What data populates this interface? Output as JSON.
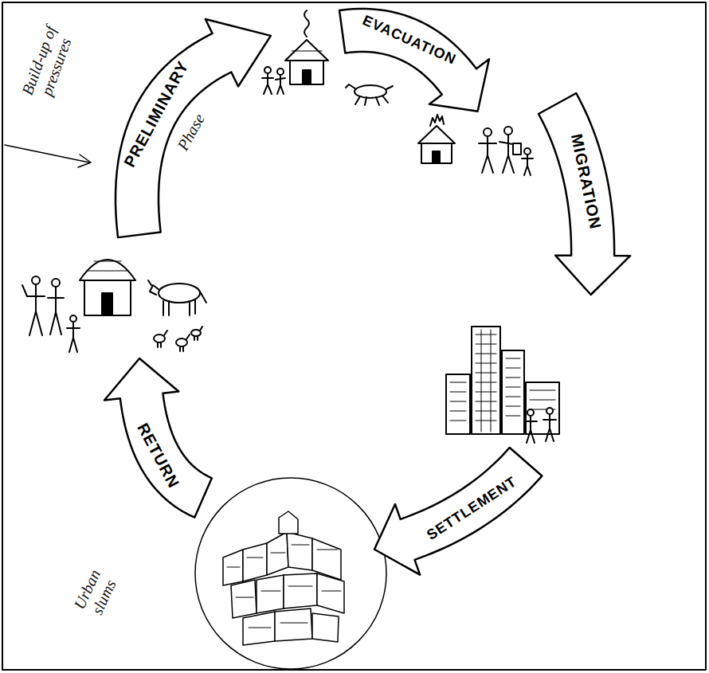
{
  "diagram": {
    "nodes": [
      {
        "text": [
          "PRELIMINARY"
        ]
      },
      {
        "text": [
          "EVACUATION"
        ]
      },
      {
        "text": [
          "MIGRATION"
        ]
      },
      {
        "text": [
          "SETTLEMENT"
        ]
      },
      {
        "text": [
          "RETURN"
        ]
      }
    ],
    "labels": [
      "Build-up of pressures",
      "Phase",
      "Urban slums"
    ]
  }
}
